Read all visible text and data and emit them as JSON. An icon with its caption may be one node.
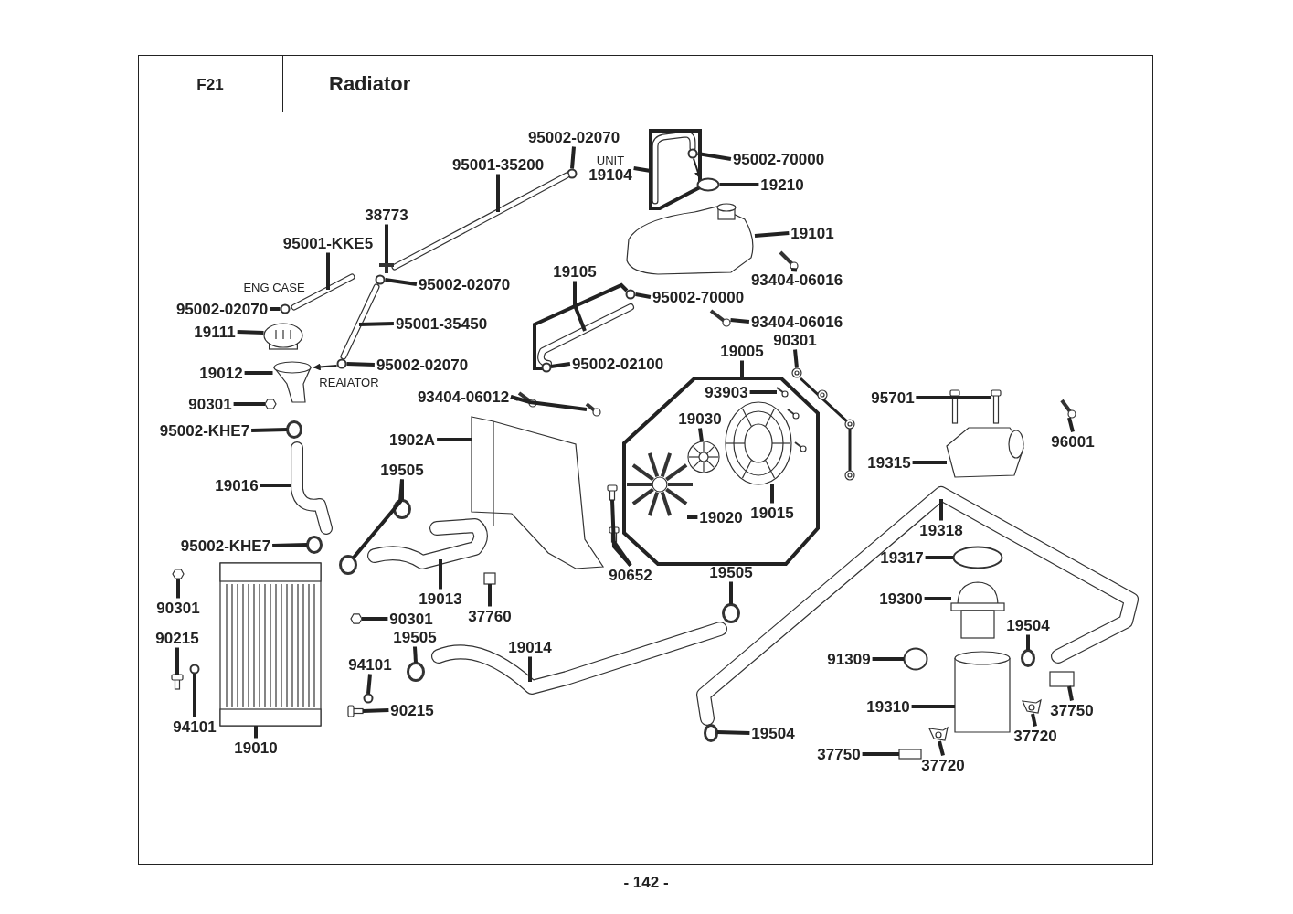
{
  "diagram": {
    "title": "Radiator",
    "nodes": [
      {
        "text": [],
        "shape": "box"
      },
      {
        "text": [],
        "shape": "octagon"
      },
      {
        "text": [
          "95002-02070"
        ]
      },
      {
        "text": [
          "UNIT",
          "19104"
        ]
      },
      {
        "text": [
          "95002-70000"
        ]
      },
      {
        "text": [
          "19210"
        ]
      },
      {
        "text": [
          "95001-35200"
        ]
      },
      {
        "text": [
          "38773"
        ]
      },
      {
        "text": [
          "95001-KKE5"
        ]
      },
      {
        "text": [
          "95002-02070"
        ]
      },
      {
        "text": [
          "95002-02070"
        ]
      },
      {
        "text": [
          "19105"
        ]
      },
      {
        "text": [
          "95002-70000"
        ]
      },
      {
        "text": [
          "19111"
        ]
      },
      {
        "text": [
          "95001-35450"
        ]
      },
      {
        "text": [
          "95002-02070"
        ]
      },
      {
        "text": [
          "19012"
        ]
      },
      {
        "text": [
          "93404-06016"
        ]
      },
      {
        "text": [
          "93404-06016"
        ]
      },
      {
        "text": [
          "19101"
        ]
      },
      {
        "text": [
          "19005"
        ]
      },
      {
        "text": [
          "90301"
        ]
      },
      {
        "text": [
          "93903"
        ],
        "in": 1
      },
      {
        "text": [
          "19030"
        ],
        "in": 1
      },
      {
        "text": [
          "19015"
        ],
        "in": 1
      },
      {
        "text": [
          "19020"
        ],
        "in": 1
      },
      {
        "text": [
          "93404-06012"
        ]
      },
      {
        "text": [
          "1902A"
        ]
      },
      {
        "text": [
          "95701"
        ]
      },
      {
        "text": [
          "96001"
        ]
      },
      {
        "text": [
          "19315"
        ]
      },
      {
        "text": [
          "19318"
        ]
      },
      {
        "text": [
          "19317"
        ]
      },
      {
        "text": [
          "19300"
        ]
      },
      {
        "text": [
          "19504"
        ]
      },
      {
        "text": [
          "91309"
        ]
      },
      {
        "text": [
          "19310"
        ]
      },
      {
        "text": [
          "37750"
        ]
      },
      {
        "text": [
          "37720"
        ]
      },
      {
        "text": [
          "37750"
        ]
      },
      {
        "text": [
          "37720"
        ]
      },
      {
        "text": [
          "19504"
        ]
      },
      {
        "text": [
          "90301"
        ]
      },
      {
        "text": [
          "95002-KHE7"
        ]
      },
      {
        "text": [
          "19016"
        ]
      },
      {
        "text": [
          "19505"
        ]
      },
      {
        "text": [
          "95002-KHE7"
        ]
      },
      {
        "text": [
          "19013"
        ]
      },
      {
        "text": [
          "37760"
        ]
      },
      {
        "text": [
          "90652"
        ]
      },
      {
        "text": [
          "19505"
        ]
      },
      {
        "text": [
          "90301"
        ]
      },
      {
        "text": [
          "90215"
        ]
      },
      {
        "text": [
          "94101"
        ]
      },
      {
        "text": [
          "19010"
        ]
      },
      {
        "text": [
          "90301"
        ]
      },
      {
        "text": [
          "19505"
        ]
      },
      {
        "text": [
          "94101"
        ]
      },
      {
        "text": [
          "90215"
        ]
      },
      {
        "text": [
          "19014"
        ]
      },
      {
        "text": [
          "95002-02100"
        ]
      },
      {
        "text": [],
        "shape": "circle"
      },
      {
        "text": [],
        "shape": "circle",
        "in": 0
      },
      {
        "text": [],
        "shape": "circle"
      },
      {
        "text": [],
        "shape": "picture"
      },
      {
        "text": [],
        "shape": "picture"
      },
      {
        "text": [],
        "shape": "picture"
      },
      {
        "text": [],
        "shape": "circle"
      },
      {
        "text": [],
        "shape": "circle"
      },
      {
        "text": [],
        "shape": "picture"
      },
      {
        "text": [],
        "shape": "circle"
      },
      {
        "text": [],
        "shape": "picture"
      },
      {
        "text": [],
        "shape": "picture"
      },
      {
        "text": [],
        "shape": "circle"
      },
      {
        "text": [],
        "shape": "picture"
      },
      {
        "text": [],
        "shape": "picture"
      },
      {
        "text": [],
        "shape": "picture"
      },
      {
        "text": [],
        "shape": "picture"
      },
      {
        "text": [],
        "shape": "picture"
      },
      {
        "text": [],
        "shape": "picture",
        "in": 1
      },
      {
        "text": [],
        "shape": "picture",
        "in": 1
      },
      {
        "text": [],
        "shape": "picture",
        "in": 1
      },
      {
        "text": [],
        "shape": "picture",
        "in": 1
      },
      {
        "text": [],
        "shape": "picture"
      },
      {
        "text": [],
        "shape": "picture"
      },
      {
        "text": [],
        "shape": "picture"
      },
      {
        "text": [],
        "shape": "picture"
      },
      {
        "text": [],
        "shape": "picture"
      },
      {
        "text": [],
        "shape": "picture"
      },
      {
        "text": [],
        "shape": "picture"
      },
      {
        "text": [],
        "shape": "circle"
      },
      {
        "text": [],
        "shape": "picture"
      },
      {
        "text": [],
        "shape": "circle"
      },
      {
        "text": [],
        "shape": "circle"
      },
      {
        "text": [],
        "shape": "cylinder"
      },
      {
        "text": [],
        "shape": "box"
      },
      {
        "text": [],
        "shape": "picture"
      },
      {
        "text": [],
        "shape": "box"
      },
      {
        "text": [],
        "shape": "picture"
      },
      {
        "text": [],
        "shape": "circle"
      },
      {
        "text": [],
        "shape": "hexagon"
      },
      {
        "text": [],
        "shape": "circle"
      },
      {
        "text": [],
        "shape": "picture"
      },
      {
        "text": [],
        "shape": "circle"
      },
      {
        "text": [],
        "shape": "circle"
      },
      {
        "text": [],
        "shape": "circle"
      },
      {
        "text": [],
        "shape": "picture"
      },
      {
        "text": [],
        "shape": "box"
      },
      {
        "text": [],
        "shape": "picture"
      },
      {
        "text": [],
        "shape": "picture"
      },
      {
        "text": [],
        "shape": "circle"
      },
      {
        "text": [],
        "shape": "hexagon"
      },
      {
        "text": [],
        "shape": "picture"
      },
      {
        "text": [],
        "shape": "circle"
      },
      {
        "text": [],
        "shape": "picture"
      },
      {
        "text": [],
        "shape": "hexagon"
      },
      {
        "text": [],
        "shape": "circle"
      },
      {
        "text": [],
        "shape": "circle"
      },
      {
        "text": [],
        "shape": "picture"
      },
      {
        "text": [],
        "shape": "circle"
      }
    ],
    "edges": [
      {
        "from": 2,
        "to": 61,
        "arrow": "none"
      },
      {
        "from": 3,
        "to": 0,
        "arrow": "none"
      },
      {
        "from": 4,
        "to": 62,
        "arrow": "none"
      },
      {
        "from": 5,
        "to": 63,
        "arrow": "none"
      },
      {
        "from": 6,
        "to": 64,
        "arrow": "none"
      },
      {
        "from": 7,
        "to": 65,
        "arrow": "none"
      },
      {
        "from": 8,
        "to": 66,
        "arrow": "none"
      },
      {
        "from": 9,
        "to": 67,
        "arrow": "none"
      },
      {
        "from": 10,
        "to": 68,
        "arrow": "none"
      },
      {
        "from": 11,
        "to": 69,
        "arrow": "none"
      },
      {
        "from": 12,
        "to": 70,
        "arrow": "none"
      },
      {
        "from": 13,
        "to": 71,
        "arrow": "none"
      },
      {
        "from": 14,
        "to": 72,
        "arrow": "none"
      },
      {
        "from": 15,
        "to": 73,
        "arrow": "none"
      },
      {
        "from": 16,
        "to": 74,
        "arrow": "none"
      },
      {
        "from": 17,
        "to": 75,
        "arrow": "none"
      },
      {
        "from": 18,
        "to": 76,
        "arrow": "none"
      },
      {
        "from": 19,
        "to": 77,
        "arrow": "none"
      },
      {
        "from": 20,
        "to": 1,
        "arrow": "none"
      },
      {
        "from": 21,
        "to": 78,
        "arrow": "none"
      },
      {
        "from": 22,
        "to": 79,
        "arrow": "none"
      },
      {
        "from": 23,
        "to": 80,
        "arrow": "none"
      },
      {
        "from": 24,
        "to": 81,
        "arrow": "none"
      },
      {
        "from": 25,
        "to": 82,
        "arrow": "none"
      },
      {
        "from": 26,
        "to": 83,
        "arrow": "none"
      },
      {
        "from": 26,
        "to": 84,
        "arrow": "none"
      },
      {
        "from": 27,
        "to": 85,
        "arrow": "none"
      },
      {
        "from": 28,
        "to": 86,
        "arrow": "none"
      },
      {
        "from": 28,
        "to": 87,
        "arrow": "none"
      },
      {
        "from": 29,
        "to": 88,
        "arrow": "none"
      },
      {
        "from": 30,
        "to": 89,
        "arrow": "none"
      },
      {
        "from": 31,
        "to": null,
        "arrow": "none"
      },
      {
        "from": 32,
        "to": 90,
        "arrow": "none"
      },
      {
        "from": 33,
        "to": 91,
        "arrow": "none"
      },
      {
        "from": 34,
        "to": 92,
        "arrow": "none"
      },
      {
        "from": 35,
        "to": 93,
        "arrow": "none"
      },
      {
        "from": 36,
        "to": 94,
        "arrow": "none"
      },
      {
        "from": 37,
        "to": 95,
        "arrow": "none"
      },
      {
        "from": 38,
        "to": 96,
        "arrow": "none"
      },
      {
        "from": 39,
        "to": 97,
        "arrow": "none"
      },
      {
        "from": 40,
        "to": 98,
        "arrow": "none"
      },
      {
        "from": 41,
        "to": 99,
        "arrow": "none"
      },
      {
        "from": 42,
        "to": 100,
        "arrow": "none"
      },
      {
        "from": 43,
        "to": 101,
        "arrow": "none"
      },
      {
        "from": 44,
        "to": 102,
        "arrow": "none"
      },
      {
        "from": 45,
        "to": 103,
        "arrow": "none"
      },
      {
        "from": 45,
        "to": 104,
        "arrow": "none"
      },
      {
        "from": 46,
        "to": 105,
        "arrow": "none"
      },
      {
        "from": 47,
        "to": 106,
        "arrow": "none"
      },
      {
        "from": 48,
        "to": 107,
        "arrow": "none"
      },
      {
        "from": 49,
        "to": 108,
        "arrow": "none"
      },
      {
        "from": 49,
        "to": 109,
        "arrow": "none"
      },
      {
        "from": 50,
        "to": 110,
        "arrow": "none"
      },
      {
        "from": 51,
        "to": 111,
        "arrow": "none"
      },
      {
        "from": 52,
        "to": 112,
        "arrow": "none"
      },
      {
        "from": 53,
        "to": 113,
        "arrow": "none"
      },
      {
        "from": 54,
        "to": 114,
        "arrow": "none"
      },
      {
        "from": 55,
        "to": 115,
        "arrow": "none"
      },
      {
        "from": 56,
        "to": 116,
        "arrow": "none"
      },
      {
        "from": 57,
        "to": 117,
        "arrow": "none"
      },
      {
        "from": 58,
        "to": 118,
        "arrow": "none"
      },
      {
        "from": 59,
        "to": null,
        "arrow": "none"
      },
      {
        "from": 60,
        "to": 119,
        "arrow": "none"
      },
      {
        "from": 62,
        "to": 63,
        "arrow": "to"
      },
      {
        "from": 73,
        "to": 74,
        "arrow": "to"
      }
    ],
    "labels": [
      "F21",
      "ENG CASE",
      "REAIATOR",
      "- 142 -"
    ]
  }
}
